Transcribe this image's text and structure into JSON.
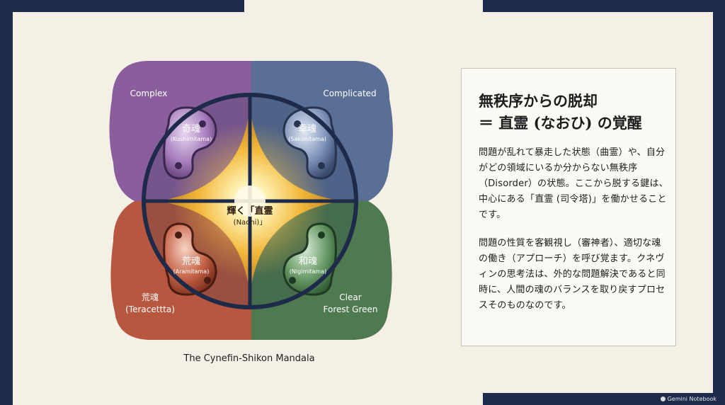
{
  "diagram": {
    "quadrants": {
      "top_left": {
        "label": "Complex",
        "color": "#8a5e9c"
      },
      "top_right": {
        "label": "Complicated",
        "color": "#5a6f95"
      },
      "bottom_left": {
        "label_line1": "荒魂",
        "label_line2": "(Teracettta)",
        "color": "#b8573f"
      },
      "bottom_right": {
        "label_line1": "Clear",
        "label_line2": "Forest Green",
        "color": "#4f7a4f"
      }
    },
    "souls": {
      "kushi": {
        "name": "奇魂",
        "romaji": "(Kushimitama)"
      },
      "saki": {
        "name": "幸魂",
        "romaji": "(Sakimitama)"
      },
      "ara": {
        "name": "荒魂",
        "romaji": "(Aramitama)"
      },
      "nigi": {
        "name": "和魂",
        "romaji": "(Nigimitama)"
      }
    },
    "center": {
      "line1": "輝く「直霊",
      "line2": "(Naohi)」"
    },
    "caption": "The Cynefin-Shikon Mandala"
  },
  "panel": {
    "title_line1": "無秩序からの脱却",
    "title_line2": "＝ 直霊 (なおひ) の覚醒",
    "para1": "問題が乱れて暴走した状態（曲霊）や、自分がどの領域にいるか分からない無秩序（Disorder）の状態。ここから脱する鍵は、中心にある「直霊 (司令塔)」を働かせることです。",
    "para2": "問題の性質を客観視し（審神者）、適切な魂の働き（アプローチ）を呼び覚ます。クネヴィンの思考法は、外的な問題解決であると同時に、人間の魂のバランスを取り戻すプロセスそのものなのです。"
  },
  "watermark": "Gemini Notebook",
  "colors": {
    "frame": "#1f2b4d",
    "ring": "#1e2a4a",
    "background": "#f4f0e6"
  }
}
